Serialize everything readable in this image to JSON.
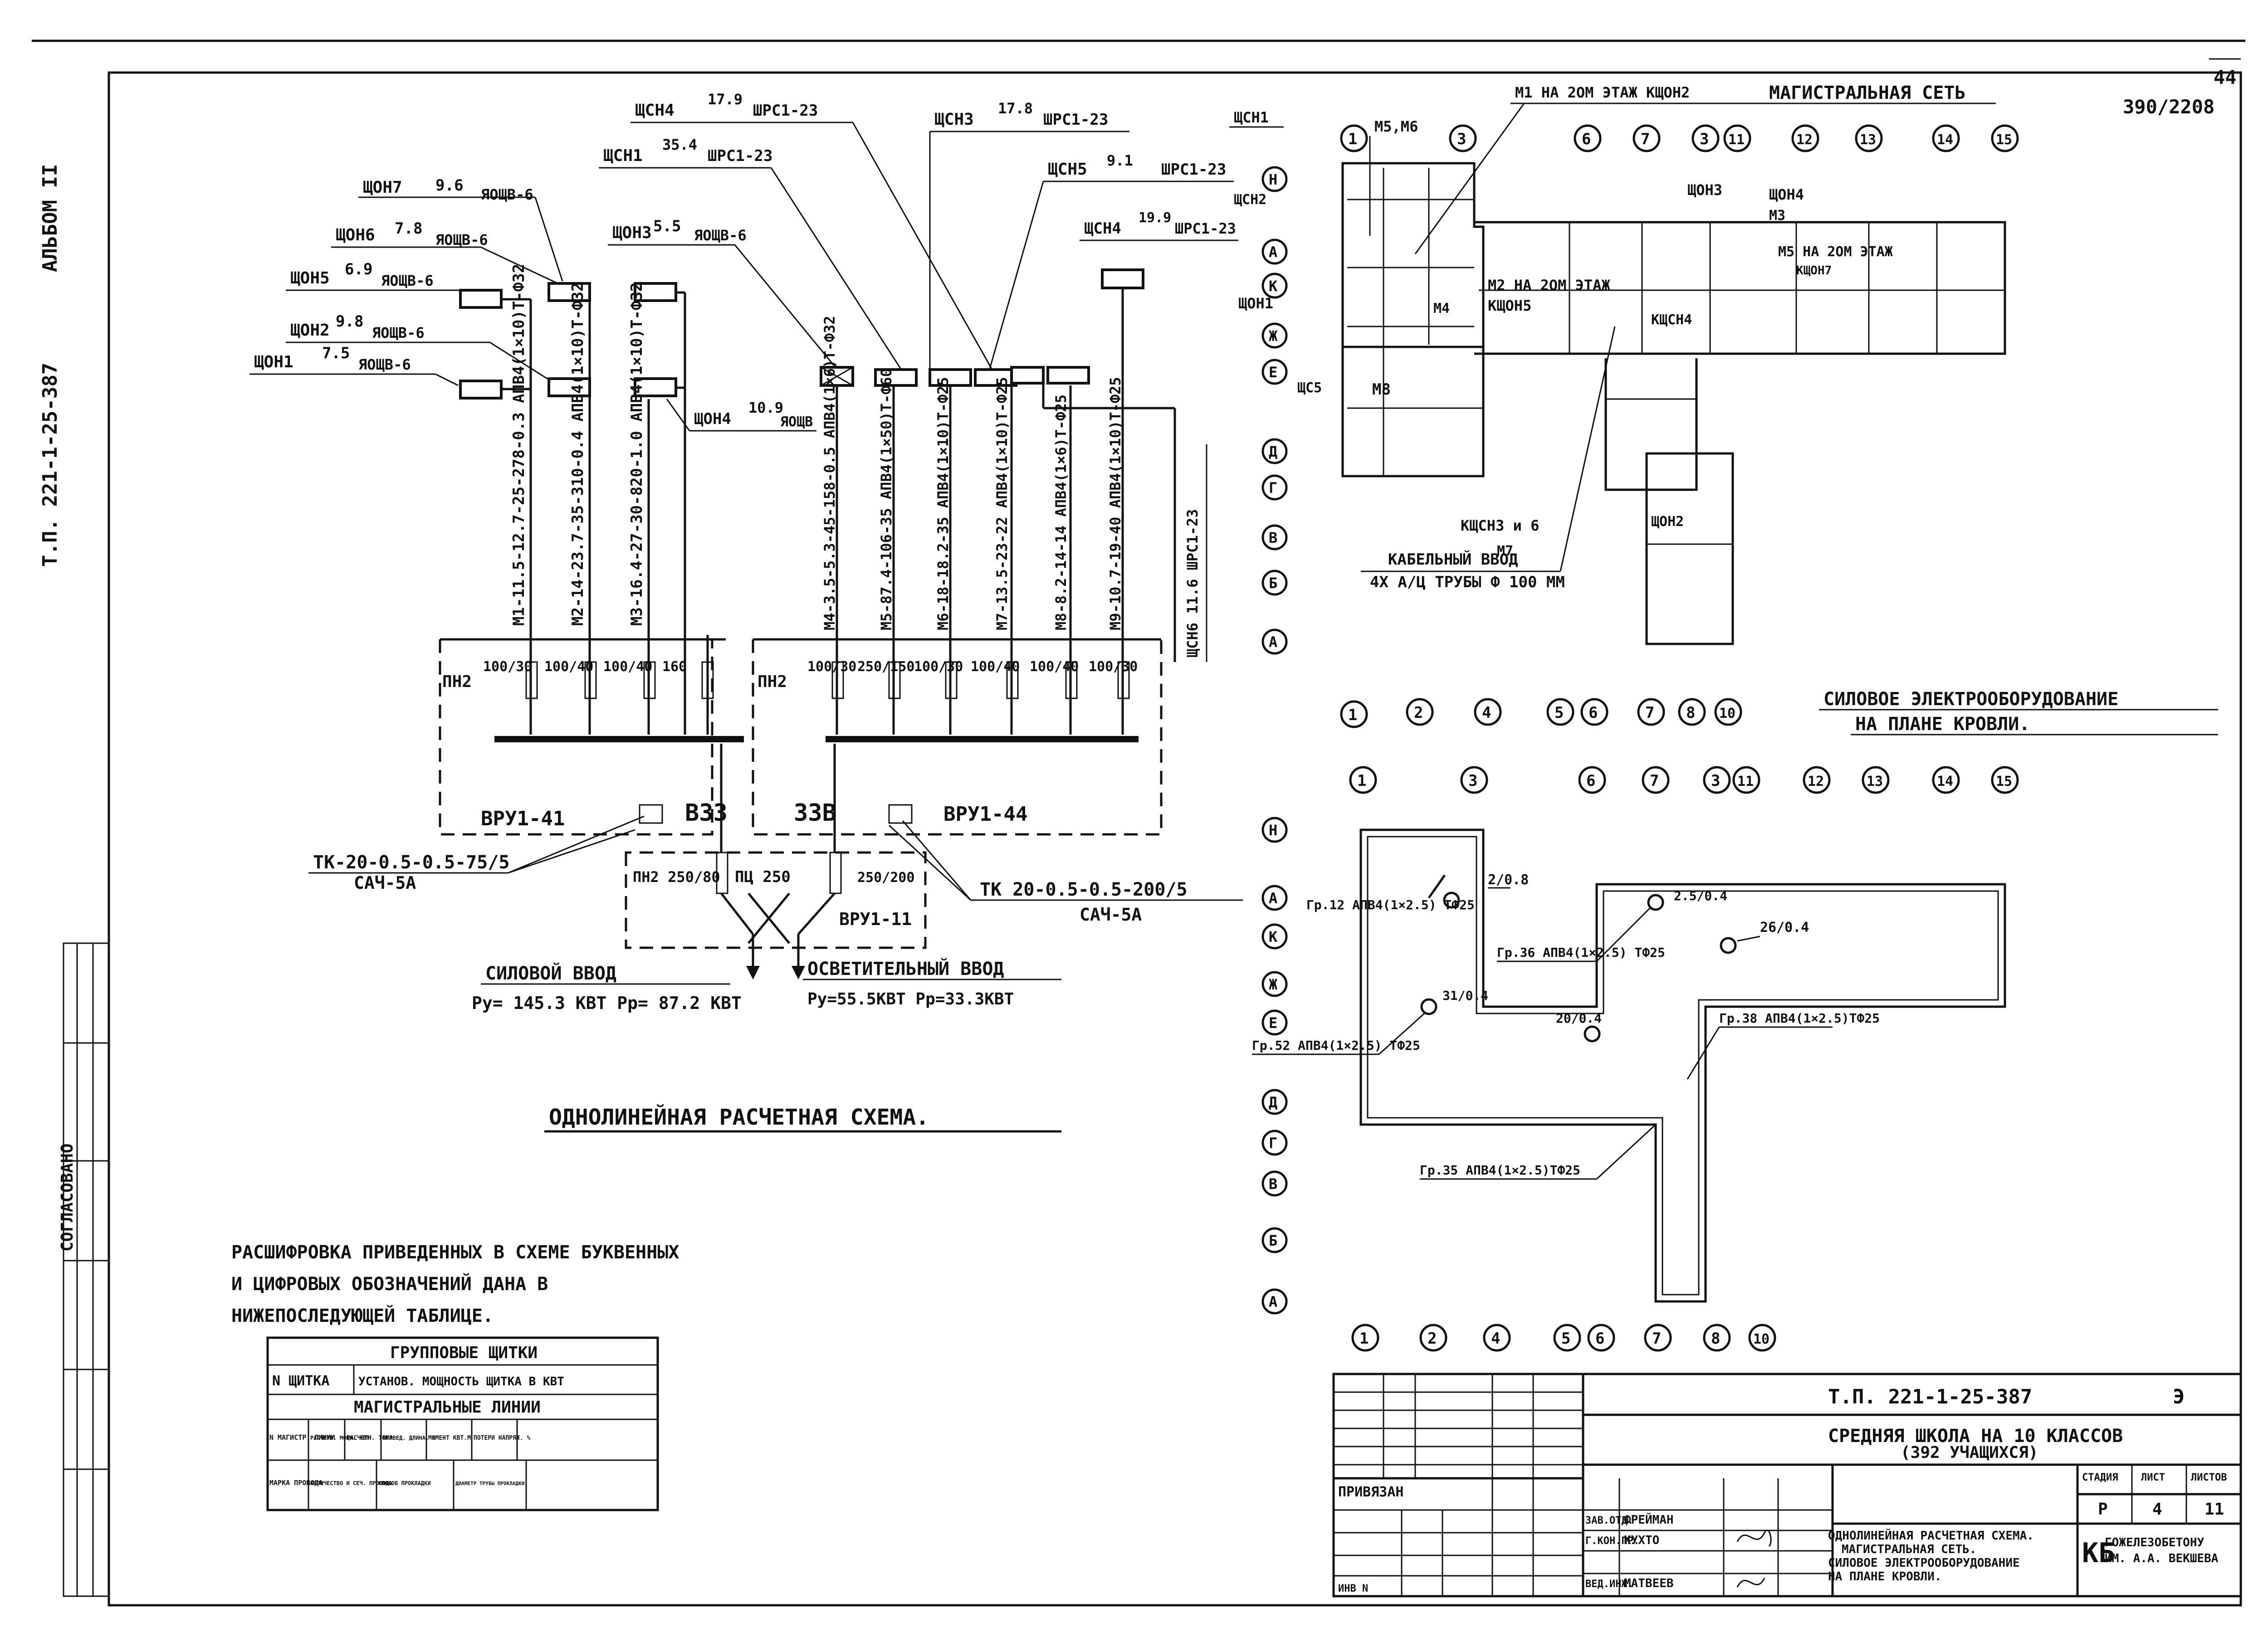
{
  "sheet_number": "44",
  "code_top": "390/2208",
  "side_album": "АЛЬБОМ II",
  "side_code": "Т.П. 221-1-25-387",
  "diagram_title": "ОДНОЛИНЕЙНАЯ РАСЧЕТНАЯ СХЕМА.",
  "roof_title_1": "СИЛОВОЕ ЭЛЕКТРООБОРУДОВАНИЕ",
  "roof_title_2": "НА ПЛАНЕ КРОВЛИ.",
  "network_title": "МАГИСТРАЛЬНАЯ СЕТЬ",
  "left_panels": [
    {
      "label": "ЩОН7",
      "value": "9.6",
      "type": "ЯОЩВ-6"
    },
    {
      "label": "ЩОН6",
      "value": "7.8",
      "type": "ЯОЩВ-6"
    },
    {
      "label": "ЩОН5",
      "value": "6.9",
      "type": "ЯОЩВ-6"
    },
    {
      "label": "ЩОН3",
      "value": "5.5",
      "type": "ЯОЩВ-6"
    },
    {
      "label": "ЩОН2",
      "value": "9.8",
      "type": "ЯОЩВ-6"
    },
    {
      "label": "ЩОН1",
      "value": "7.5",
      "type": "ЯОЩВ-6"
    },
    {
      "label": "ЩОН4",
      "value": "10.9",
      "type": "ЯОЩВ"
    }
  ],
  "right_panels": [
    {
      "label": "ЩСН4",
      "value": "17.9",
      "type": "ШРС1-23"
    },
    {
      "label": "ЩСН1",
      "value": "35.4",
      "type": "ШРС1-23"
    },
    {
      "label": "ЩСН3",
      "value": "17.8",
      "type": "ШРС1-23"
    },
    {
      "label": "ЩСН5",
      "value": "9.1",
      "type": "ШРС1-23"
    },
    {
      "label": "ЩСН4",
      "value": "19.9",
      "type": "ШРС1-23"
    }
  ],
  "left_lines": [
    "М1-11.5-12.7-25-278-0.3 АПВ4(1×10)Т-Ф32",
    "М2-14-23.7-35-310-0.4 АПВ4(1×10)Т-Ф32",
    "М3-16.4-27-30-820-1.0 АПВ4(1×10)Т-Ф32"
  ],
  "right_lines": [
    "М4-3.5-5.3-45-158-0.5 АПВ4(1×6)Т-Ф32",
    "М5-87.4-106-35 АПВ4(1×50)Т-Ф60",
    "М6-18-18.2-35 АПВ4(1×10)Т-Ф25",
    "М7-13.5-23-22 АПВ4(1×10)Т-Ф25",
    "М8-8.2-14-14 АПВ4(1×6)Т-Ф25",
    "М9-10.7-19-40 АПВ4(1×10)Т-Ф25"
  ],
  "extra_line": "ЩСН6 11.6 ШРС1-23",
  "fuses_left": [
    "100/30",
    "100/40",
    "100/40",
    "160"
  ],
  "fuses_right": [
    "100/30",
    "250/150",
    "100/30",
    "100/40",
    "100/40",
    "100/30"
  ],
  "pnq_label": "ПН2",
  "vru_left": "ВРУ1-41",
  "vru_right": "ВРУ1-44",
  "vru_bottom": "ВРУ1-11",
  "pnq_bottom": "ПН2 250/80",
  "pts": "ПЦ 250",
  "pnq_bottom_r": "250/200",
  "tk_left": "ТК-20-0.5-0.5-75/5",
  "sach_left": "САЧ-5А",
  "tk_right": "ТК 20-0.5-0.5-200/5",
  "sach_right": "САЧ-5А",
  "input_power": "СИЛОВОЙ ВВОД",
  "input_power_vals": "Ру= 145.3 КВТ    Рр= 87.2 КВТ",
  "input_light": "ОСВЕТИТЕЛЬНЫЙ ВВОД",
  "input_light_vals": "Ру=55.5КВТ  Рр=33.3КВТ",
  "plan_labels": {
    "m1": "М1 НА 2ОМ ЭТАЖ КЩОН2",
    "m2": "М2 НА 2ОМ ЭТАЖ",
    "m2b": "КЩОН5",
    "m5": "М5 НА 2ОМ ЭТАЖ",
    "m5b": "КЩОН7",
    "kschsn4": "КЩСН4",
    "kschsn3": "КЩСН3 и 6",
    "m7": "М7",
    "schon2": "ЩОН2",
    "cable_in": "КАБЕЛЬНЫЙ ВВОД",
    "cable_pipes": "4Х А/Ц ТРУБЫ Ф 100 ММ",
    "m5m6": "М5,М6",
    "schsn1": "ЩСН1",
    "schsn2": "ЩСН2",
    "schon1": "ЩОН1",
    "schs5": "ЩС5",
    "m8": "М8",
    "schon3": "ЩОН3",
    "schon4": "ЩОН4",
    "m3": "М3",
    "m4": "М4"
  },
  "roof_groups": [
    "Гр.52 АПВ4(1×2.5) ТФ25",
    "Гр.36 АПВ4(1×2.5) ТФ25",
    "Гр.38 АПВ4(1×2.5)ТФ25",
    "Гр.35 АПВ4(1×2.5)ТФ25",
    "Гр.12 АПВ4(1×2.5) ТФ25"
  ],
  "roof_values": [
    "2/0.8",
    "2.5/0.4",
    "26/0.4",
    "31/0.4",
    "20/0.4"
  ],
  "axis_top": [
    "1",
    "3",
    "6",
    "7",
    "3",
    "11",
    "12",
    "13",
    "14",
    "15"
  ],
  "axis_left": [
    "Н",
    "А",
    "К",
    "Ж",
    "Е",
    "Д",
    "Г",
    "В",
    "Б",
    "А"
  ],
  "axis_bottom": [
    "1",
    "2",
    "4",
    "5",
    "6",
    "7",
    "8",
    "10"
  ],
  "legend_intro": [
    "РАСШИФРОВКА ПРИВЕДЕННЫХ В СХЕМЕ БУКВЕННЫХ",
    "И ЦИФРОВЫХ ОБОЗНАЧЕНИЙ ДАНА В",
    "НИЖЕПОСЛЕДУЮЩЕЙ ТАБЛИЦЕ."
  ],
  "legend_table": {
    "header": "ГРУППОВЫЕ ЩИТКИ",
    "row1": [
      "N ЩИТКА",
      "УСТАНОВ. МОЩНОСТЬ ЩИТКА В КВТ"
    ],
    "header2": "МАГИСТРАЛЬНЫЕ ЛИНИИ",
    "row2": [
      "N МАГИСТР. ЛИНИИ",
      "РАСЧЕТН. МОЩН. КВТ",
      "РАСЧЕТН. ТОКА",
      "ПРИВЕД. ДЛИНА, М",
      "МОМЕНТ КВТ.М",
      "ПОТЕРИ НАПРЯЖ. %"
    ],
    "row3": [
      "МАРКА ПРОВОДА",
      "КОЛИЧЕСТВО И СЕЧ. ПРОВОДА",
      "СПОСОБ ПРОКЛАДКИ",
      "ДИАМЕТР ТРУБЫ ПРОКЛАДКИ"
    ]
  },
  "stamp": {
    "doc_code": "Т.П. 221-1-25-387",
    "page_code": "Э",
    "title_1": "СРЕДНЯЯ ШКОЛА НА 10 КЛАССОВ",
    "title_2": "(392 УЧАЩИХСЯ)",
    "desc_1": "ОДНОЛИНЕЙНАЯ РАСЧЕТНАЯ СХЕМА.",
    "desc_2": "МАГИСТРАЛЬНАЯ СЕТЬ.",
    "desc_3": "СИЛОВОЕ ЭЛЕКТРООБОРУДОВАНИЕ",
    "desc_4": "НА ПЛАНЕ КРОВЛИ.",
    "org_1": "ГОЖЕЛЕЗОБЕТОНУ",
    "org_2": "ИМ. А.А. ВЕКШЕВА",
    "stage_h": "СТАДИЯ",
    "sheet_h": "ЛИСТ",
    "sheets_h": "ЛИСТОВ",
    "stage": "Р",
    "sheet": "4",
    "sheets": "11",
    "privyazan": "ПРИВЯЗАН",
    "inv": "ИНВ N",
    "role1": "ЗАВ.ОТД.",
    "name1": "ФРЕЙМАН",
    "role2": "Г.КОН.ПР.",
    "name2": "КУХТО",
    "role3": "ВЕД.ИНЖ.",
    "name3": "МАТВЕЕВ"
  },
  "side_stamp": "СОГЛАСОВАНО"
}
